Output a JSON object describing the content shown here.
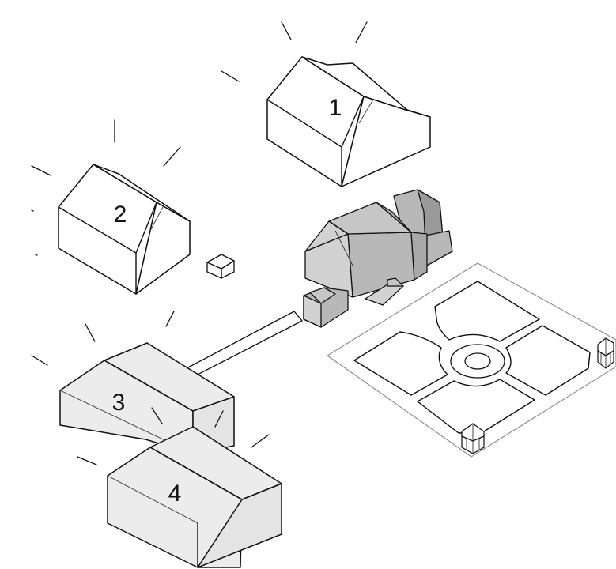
{
  "labels": {
    "house_1": "1",
    "house_2": "2",
    "house_3": "3",
    "house_4": "4"
  },
  "colors": {
    "background": "#ffffff",
    "outline": "#111111",
    "house_face_light": "#ffffff",
    "house_face_shade": "#f0f0f0",
    "house_face_lighter_grey": "#ececec",
    "manor_light": "#d2d2d2",
    "manor_mid": "#b8b8b8",
    "manor_dark": "#9a9a9a",
    "garden_border": "#8a8a8a"
  }
}
